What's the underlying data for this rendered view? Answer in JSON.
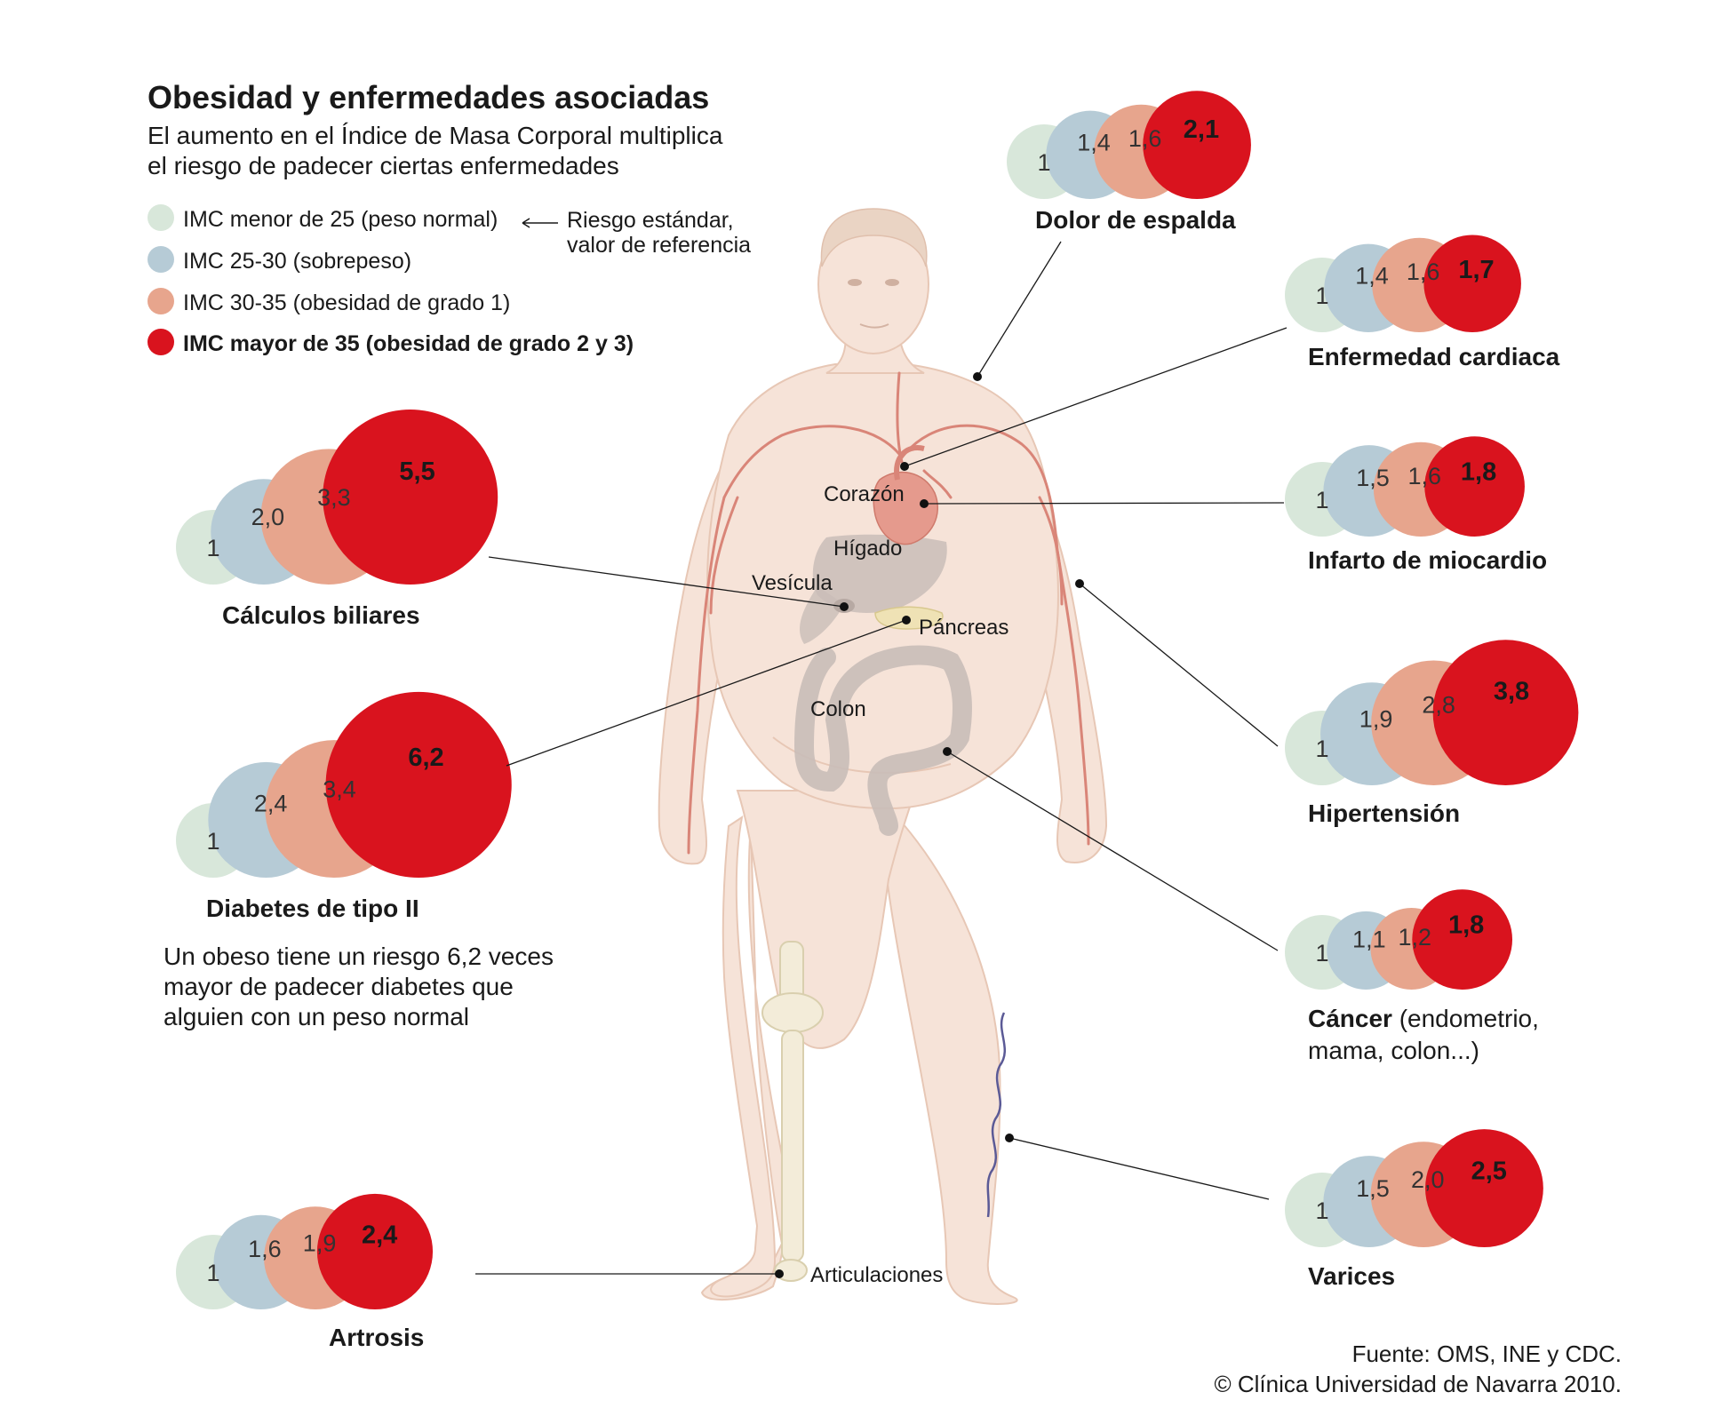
{
  "title": "Obesidad y enfermedades asociadas",
  "subtitle_line1": "El aumento en el Índice de Masa Corporal multiplica",
  "subtitle_line2": "el riesgo de padecer ciertas enfermedades",
  "legend": [
    {
      "label": "IMC menor de 25 (peso normal)",
      "color": "#d8e7da",
      "bold": false
    },
    {
      "label": "IMC 25-30 (sobrepeso)",
      "color": "#b6cbd6",
      "bold": false
    },
    {
      "label": "IMC 30-35 (obesidad de grado 1)",
      "color": "#e7a58d",
      "bold": false
    },
    {
      "label": "IMC mayor de 35 (obesidad de grado 2 y 3)",
      "color": "#d9131e",
      "bold": true
    }
  ],
  "reference_note_line1": "Riesgo estándar,",
  "reference_note_line2": "valor de referencia",
  "colors": {
    "normal": "#d8e7da",
    "overweight": "#b6cbd6",
    "obese1": "#e7a58d",
    "obese23": "#d9131e",
    "skin": "#f6e3d8",
    "skin_edge": "#e7c7b5",
    "vessel": "#d98578",
    "organ_gray": "#c9bdb8",
    "heart": "#e59a8d",
    "pancreas": "#efe2b5",
    "bone": "#f3ecd9",
    "vein": "#5b5a96"
  },
  "diseases": [
    {
      "id": "dolor-de-espalda",
      "name": "Dolor de espalda",
      "extra": "",
      "extra2": "",
      "values": [
        "1",
        "1,4",
        "1,6",
        "2,1"
      ]
    },
    {
      "id": "enfermedad-cardiaca",
      "name": "Enfermedad cardiaca",
      "extra": "",
      "extra2": "",
      "values": [
        "1",
        "1,4",
        "1,6",
        "1,7"
      ]
    },
    {
      "id": "infarto-de-miocardio",
      "name": "Infarto de miocardio",
      "extra": "",
      "extra2": "",
      "values": [
        "1",
        "1,5",
        "1,6",
        "1,8"
      ]
    },
    {
      "id": "hipertension",
      "name": "Hipertensión",
      "extra": "",
      "extra2": "",
      "values": [
        "1",
        "1,9",
        "2,8",
        "3,8"
      ]
    },
    {
      "id": "cancer",
      "name": "Cáncer",
      "extra": " (endometrio,",
      "extra2": "mama, colon...)",
      "values": [
        "1",
        "1,1",
        "1,2",
        "1,8"
      ]
    },
    {
      "id": "varices",
      "name": "Varices",
      "extra": "",
      "extra2": "",
      "values": [
        "1",
        "1,5",
        "2,0",
        "2,5"
      ]
    },
    {
      "id": "calculos-biliares",
      "name": "Cálculos biliares",
      "extra": "",
      "extra2": "",
      "values": [
        "1",
        "2,0",
        "3,3",
        "5,5"
      ]
    },
    {
      "id": "diabetes-tipo-ii",
      "name": "Diabetes de tipo II",
      "extra": "",
      "extra2": "",
      "values": [
        "1",
        "2,4",
        "3,4",
        "6,2"
      ]
    },
    {
      "id": "artrosis",
      "name": "Artrosis",
      "extra": "",
      "extra2": "",
      "values": [
        "1",
        "1,6",
        "1,9",
        "2,4"
      ]
    }
  ],
  "organs": {
    "corazon": "Corazón",
    "higado": "Hígado",
    "vesicula": "Vesícula",
    "pancreas": "Páncreas",
    "colon": "Colon",
    "articulaciones": "Articulaciones"
  },
  "diabetes_fact_line1": "Un obeso tiene un riesgo 6,2 veces",
  "diabetes_fact_line2": "mayor de padecer diabetes que",
  "diabetes_fact_line3": "alguien con un peso normal",
  "source_line1": "Fuente: OMS, INE y CDC.",
  "source_line2": "© Clínica Universidad de Navarra 2010."
}
